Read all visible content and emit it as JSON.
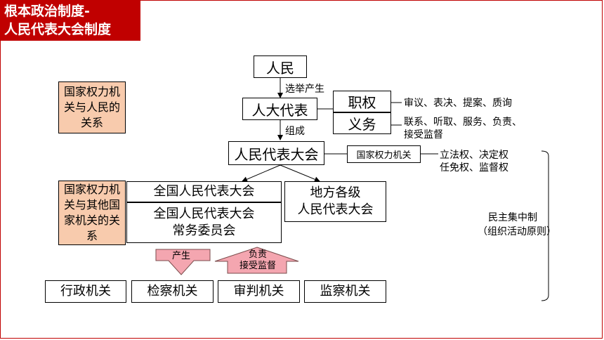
{
  "title": {
    "line1": "根本政治制度-",
    "line2": "人民代表大会制度"
  },
  "nodes": {
    "people": "人民",
    "deputies": "人大代表",
    "npc_system": "人民代表大会",
    "duty": "职权",
    "obligation": "义务",
    "state_organ": "国家权力机关",
    "national_npc": "全国人民代表大会",
    "standing_committee_l1": "全国人民代表大会",
    "standing_committee_l2": "常务委员会",
    "local_l1": "地方各级",
    "local_l2": "人民代表大会",
    "executive": "行政机关",
    "procuratorate": "检察机关",
    "court": "审判机关",
    "supervision": "监察机关"
  },
  "side_boxes": {
    "relation_people": "国家权力机关与人民的关系",
    "relation_others": "国家权力机关与其他国家机关的关系"
  },
  "edge_labels": {
    "elect": "选举产生",
    "compose": "组成",
    "produce": "产生",
    "responsible_l1": "负责",
    "responsible_l2": "接受监督"
  },
  "notes": {
    "duty_items": "审议、表决、提案、质询",
    "obligation_l1": "联系、听取、服务、负责、",
    "obligation_l2": "接受监督",
    "powers_l1": "立法权、决定权",
    "powers_l2": "任免权、监督权",
    "principle_l1": "民主集中制",
    "principle_l2": "（组织活动原则）"
  },
  "colors": {
    "accent": "#c00000",
    "side_box_fill": "#f8cbad",
    "arrow_fill": "#f4a6b0"
  }
}
